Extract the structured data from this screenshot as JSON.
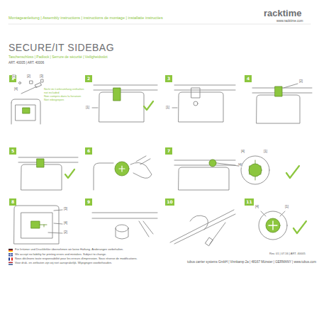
{
  "diagram": {
    "title": "SECURE/IT SIDEBAG",
    "nodes": [
      {
        "text": [
          "1"
        ]
      },
      {
        "text": [
          "2"
        ]
      },
      {
        "text": [
          "3"
        ]
      },
      {
        "text": [
          "4"
        ]
      },
      {
        "text": [
          "5"
        ]
      },
      {
        "text": [
          "6"
        ]
      },
      {
        "text": [
          "7"
        ]
      },
      {
        "text": [
          "8"
        ]
      },
      {
        "text": [
          "9"
        ]
      },
      {
        "text": [
          "10"
        ]
      },
      {
        "text": [
          "11"
        ]
      }
    ],
    "labels": [
      "Montageanleitung | Assembly instructions | instructions de montage | installatie instructies",
      "racktime",
      "www.racktime.com",
      "Taschenschloss | Padlock | Serrure de sécurité | Veiligheidsslot",
      "ART. 40005 | ART. 40006",
      "[1]",
      "[2]",
      "[3]",
      "[4]",
      "Nicht im Lieferumfang enthalten",
      "not included",
      "Non compris dans la livraison",
      "Niet inbegrepen",
      "[1]",
      "[1]",
      "[2]",
      "[4]",
      "[4]",
      "[1]",
      "[3]",
      "[4]",
      "[2]",
      "[4]",
      "[1]",
      "Für Irrtümer und Druckfehler übernehmen wir keine Haftung. Änderungen vorbehalten.",
      "We accept no liability for printing errors and mistakes. Subject to change.",
      "Nous déclinons toute responsabilité pour les erreurs d'impression. Sous réserve de modifications.",
      "Voor druk- en zetfouten zijn wij niet aansprakelijk. Wijzigingen voorbehouden.",
      "Rev. 01 | 07.16 | ART. 40005",
      "tubus carrier systems GmbH | Vinnkamp 2a | 48167 Münster | GERMANY | www.tubus.com"
    ]
  }
}
